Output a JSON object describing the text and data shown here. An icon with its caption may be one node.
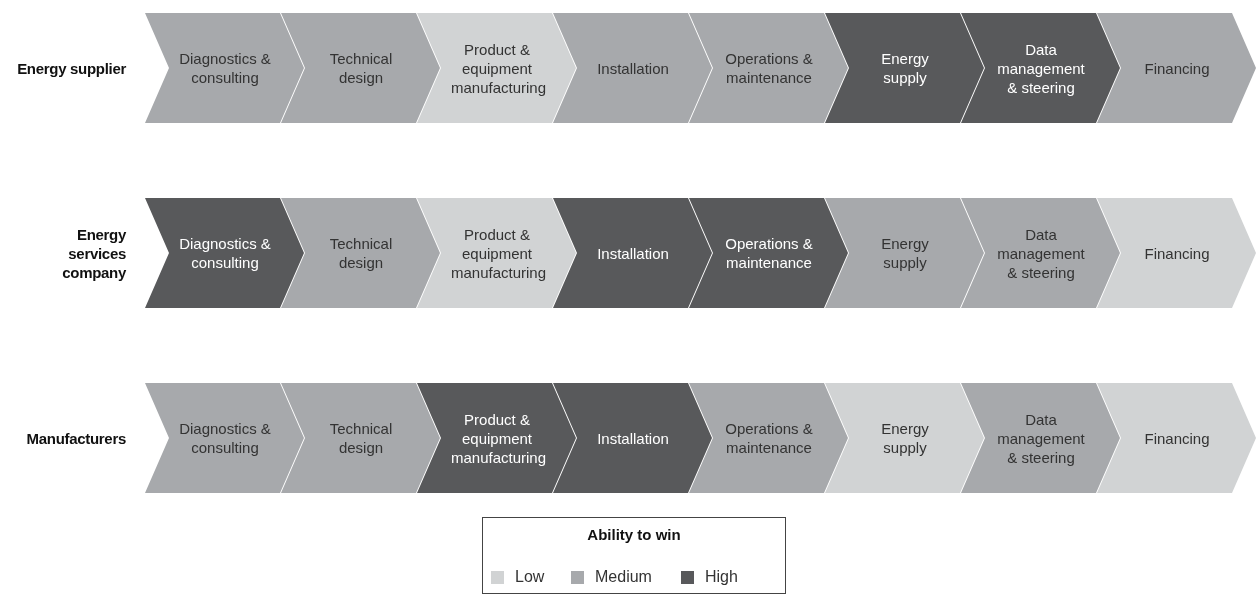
{
  "diagram": {
    "nodes": [
      {
        "text": [
          "Diagnostics & consulting"
        ]
      },
      {
        "text": [
          "Technical design"
        ]
      },
      {
        "text": [
          "Product & equipment manufacturing"
        ]
      },
      {
        "text": [
          "Installation"
        ]
      },
      {
        "text": [
          "Operations & maintenance"
        ]
      },
      {
        "text": [
          "Energy supply"
        ]
      },
      {
        "text": [
          "Data management & steering"
        ]
      },
      {
        "text": [
          "Financing"
        ]
      },
      {
        "text": [
          "Diagnostics & consulting"
        ]
      },
      {
        "text": [
          "Technical design"
        ]
      },
      {
        "text": [
          "Product & equipment manufacturing"
        ]
      },
      {
        "text": [
          "Installation"
        ]
      },
      {
        "text": [
          "Operations & maintenance"
        ]
      },
      {
        "text": [
          "Energy supply"
        ]
      },
      {
        "text": [
          "Data management & steering"
        ]
      },
      {
        "text": [
          "Financing"
        ]
      },
      {
        "text": [
          "Diagnostics & consulting"
        ]
      },
      {
        "text": [
          "Technical design"
        ]
      },
      {
        "text": [
          "Product & equipment manufacturing"
        ]
      },
      {
        "text": [
          "Installation"
        ]
      },
      {
        "text": [
          "Operations & maintenance"
        ]
      },
      {
        "text": [
          "Energy supply"
        ]
      },
      {
        "text": [
          "Data management & steering"
        ]
      },
      {
        "text": [
          "Financing"
        ]
      }
    ],
    "labels": [
      "Energy supplier",
      "Energy services company",
      "Manufacturers",
      "Ability to win"
    ],
    "legend": [
      {
        "text": "Low",
        "color": "#d1d3d4"
      },
      {
        "text": "Medium",
        "color": "#a7a9ac"
      },
      {
        "text": "High",
        "color": "#58595b"
      }
    ]
  }
}
